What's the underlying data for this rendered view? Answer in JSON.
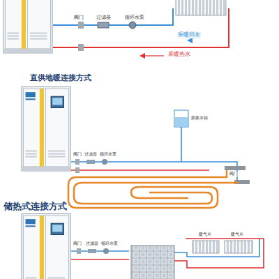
{
  "diagram": {
    "labels": [
      "阀门",
      "过滤器",
      "循环水泵",
      "采暖回水",
      "采暖热水",
      "直供地暖连接方式",
      "膨胀水箱",
      "阀门",
      "过滤器",
      "循环水泵",
      "阀门",
      "储热式连接方式",
      "阀门",
      "过滤器",
      "循环水泵",
      "暖气片",
      "暖气片"
    ]
  }
}
